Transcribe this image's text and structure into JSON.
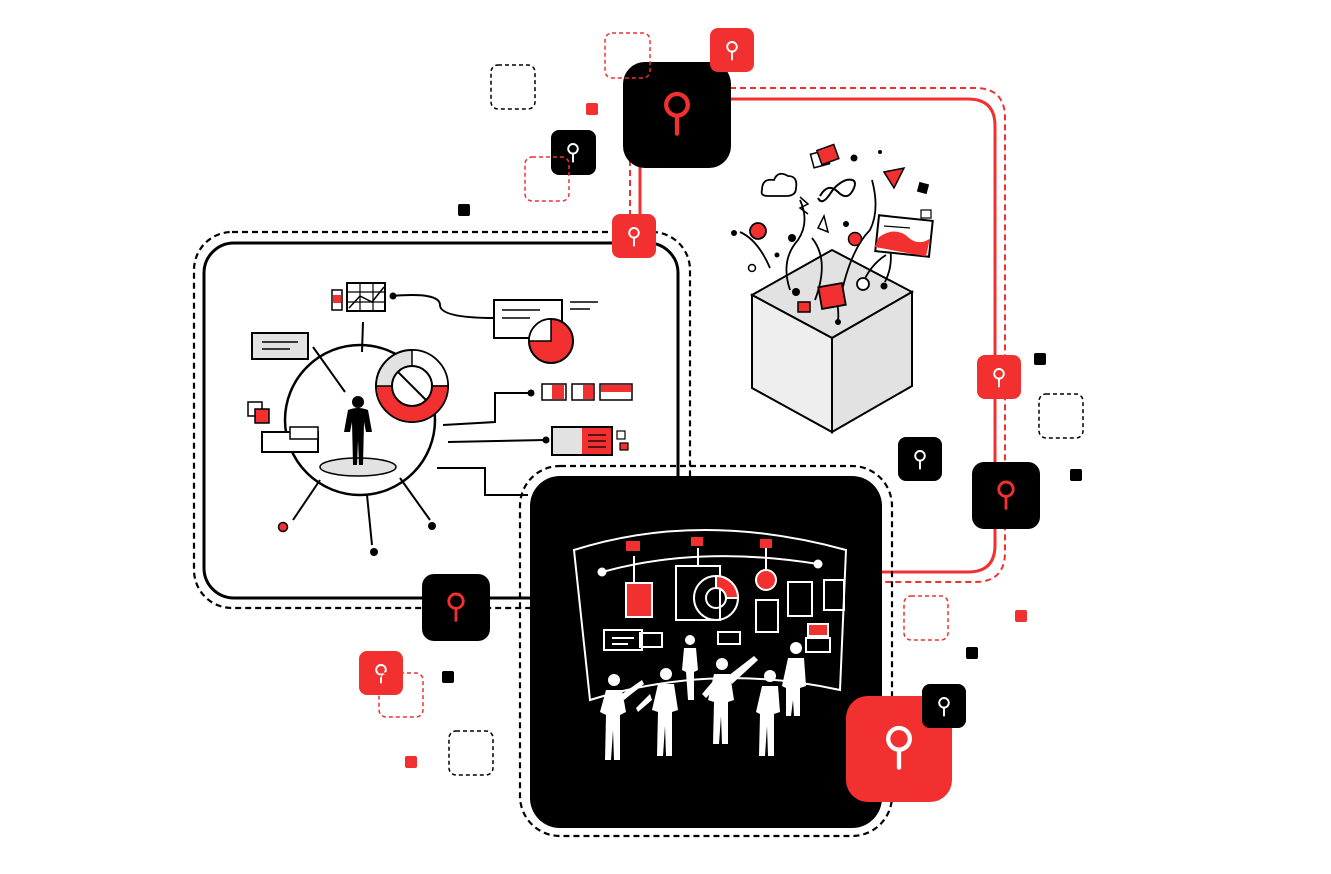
{
  "colors": {
    "accent": "#f23030",
    "ink": "#000000",
    "paper": "#ffffff",
    "grey": "#e2e2e2"
  },
  "icons": {
    "pin": "location-pin-icon",
    "cube": "open-box-icon",
    "person": "person-silhouette-icon",
    "team": "team-at-dashboard-icon"
  },
  "scene": {
    "panels": [
      "analytics-panel",
      "ideas-box-panel",
      "team-dashboard-panel"
    ]
  }
}
